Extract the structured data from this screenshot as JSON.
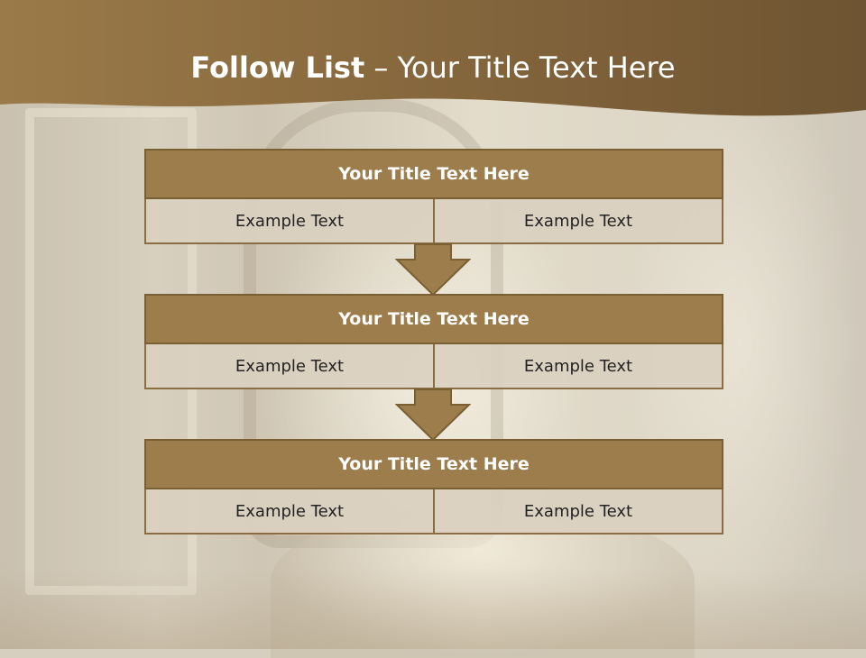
{
  "slide": {
    "title_strong": "Follow List",
    "title_rest": "– Your Title Text Here"
  },
  "colors": {
    "header_band": "#8b6b3e",
    "block_title_fill": "#9c7d4b",
    "block_border": "#7a5f33",
    "cell_fill": "#dad0c0",
    "arrow_fill": "#9c7d4b"
  },
  "blocks": [
    {
      "title": "Your Title Text Here",
      "cells": [
        "Example Text",
        "Example Text"
      ]
    },
    {
      "title": "Your Title Text Here",
      "cells": [
        "Example Text",
        "Example Text"
      ]
    },
    {
      "title": "Your Title Text Here",
      "cells": [
        "Example Text",
        "Example Text"
      ]
    }
  ],
  "icons": [
    "down-arrow-icon",
    "down-arrow-icon"
  ]
}
